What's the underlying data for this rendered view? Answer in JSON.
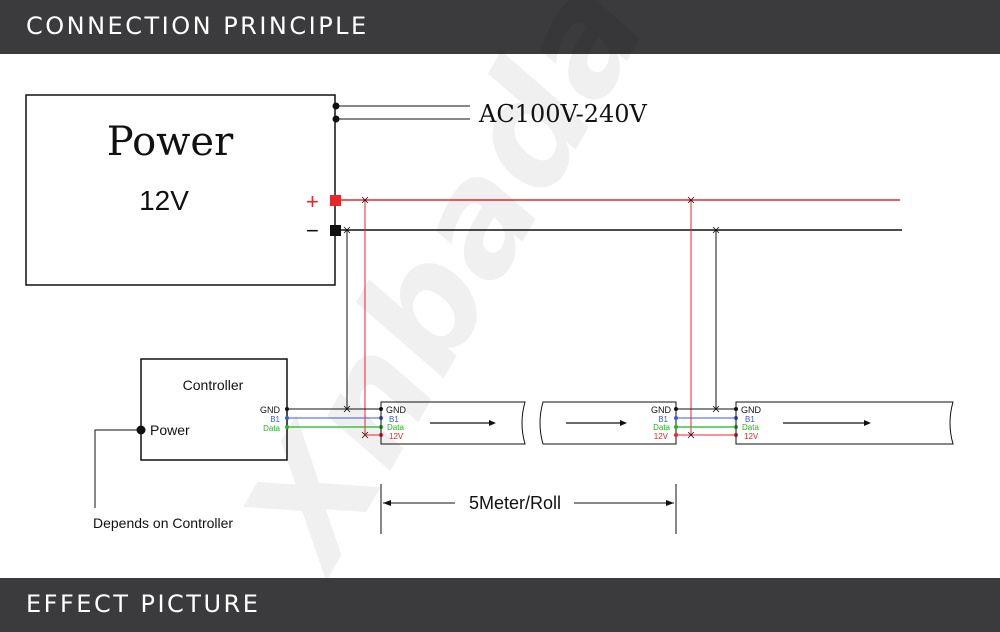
{
  "header": {
    "title": "CONNECTION PRINCIPLE"
  },
  "footer": {
    "title": "EFFECT PICTURE"
  },
  "power": {
    "title": "Power",
    "voltage": "12V",
    "ac_label": "AC100V-240V",
    "plus": "+",
    "minus": "−"
  },
  "controller": {
    "title": "Controller",
    "power_label": "Power",
    "depends": "Depends on Controller"
  },
  "pins": {
    "gnd": "GND",
    "b1": "B1",
    "data": "Data",
    "v12": "12V"
  },
  "length_label": "5Meter/Roll",
  "watermark": "Xnbada",
  "colors": {
    "banner": "#3b3b3d",
    "positive": "#e8262b",
    "data": "#22b522",
    "b1": "#3a5bd9",
    "gnd": "#000000"
  }
}
